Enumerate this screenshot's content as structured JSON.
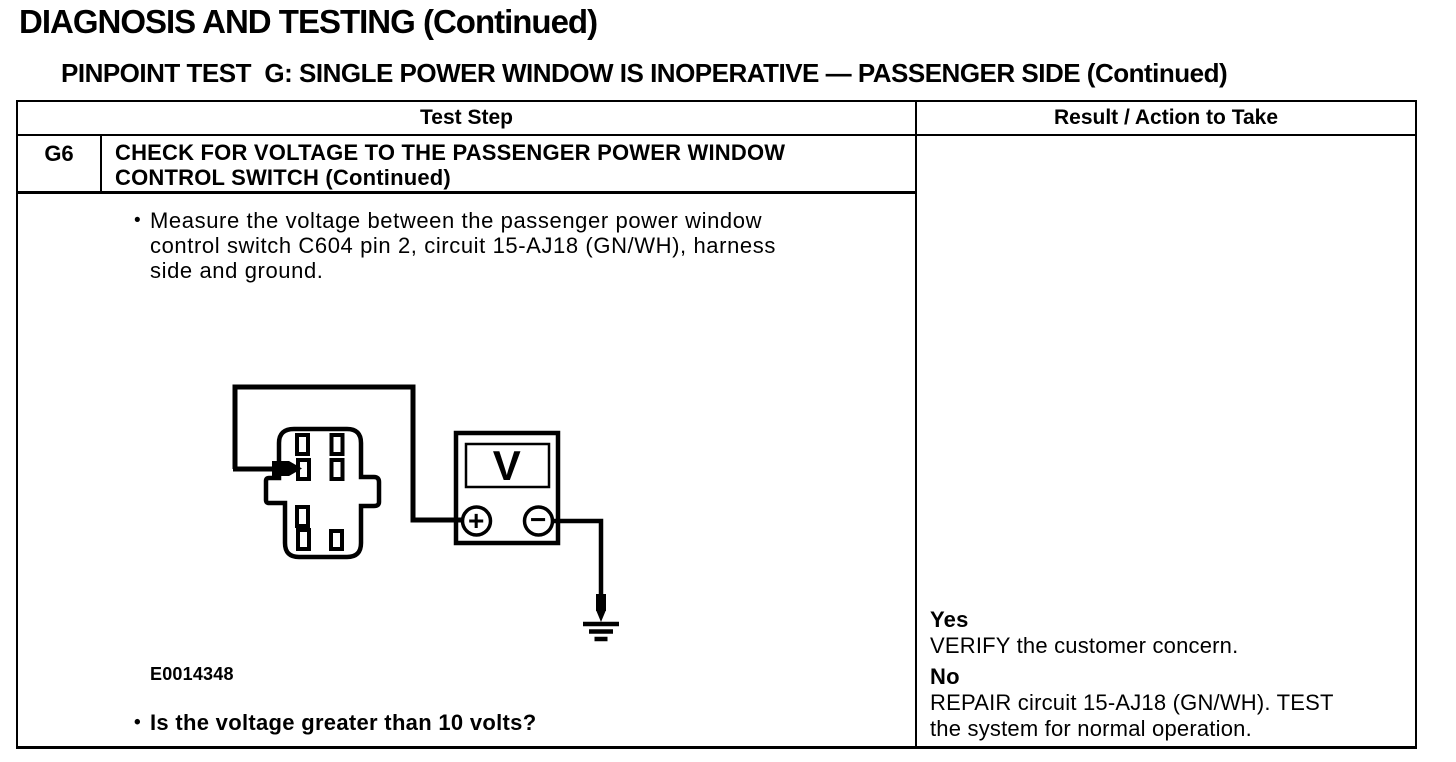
{
  "page": {
    "title": "DIAGNOSIS AND TESTING (Continued)",
    "subtitle": "PINPOINT TEST  G: SINGLE POWER WINDOW IS INOPERATIVE — PASSENGER SIDE (Continued)"
  },
  "table": {
    "headers": {
      "test_step": "Test Step",
      "result_action": "Result / Action to Take"
    },
    "step": {
      "id": "G6",
      "bullet": "•",
      "title_lines": [
        "CHECK FOR VOLTAGE TO THE PASSENGER POWER WINDOW",
        "CONTROL SWITCH (Continued)"
      ],
      "instruction_lines": [
        "Measure the voltage between the passenger power window",
        "control switch C604 pin 2, circuit 15-AJ18 (GN/WH), harness",
        "side and ground."
      ],
      "figure_label": "E0014348",
      "question": "Is the voltage greater than 10 volts?"
    },
    "result": {
      "yes_label": "Yes",
      "yes_action": "VERIFY the customer concern.",
      "no_label": "No",
      "no_action_lines": [
        "REPAIR circuit 15-AJ18 (GN/WH). TEST",
        "the system for normal operation."
      ]
    }
  },
  "diagram": {
    "meter_label": "V",
    "plus_symbol": "+",
    "minus_symbol": "−",
    "icons": [
      "connector-c604-icon",
      "probe-arrow-icon",
      "voltmeter-icon",
      "plus-terminal-icon",
      "minus-terminal-icon",
      "ground-symbol-icon"
    ]
  },
  "colors": {
    "ink": "#000000",
    "paper": "#ffffff"
  }
}
